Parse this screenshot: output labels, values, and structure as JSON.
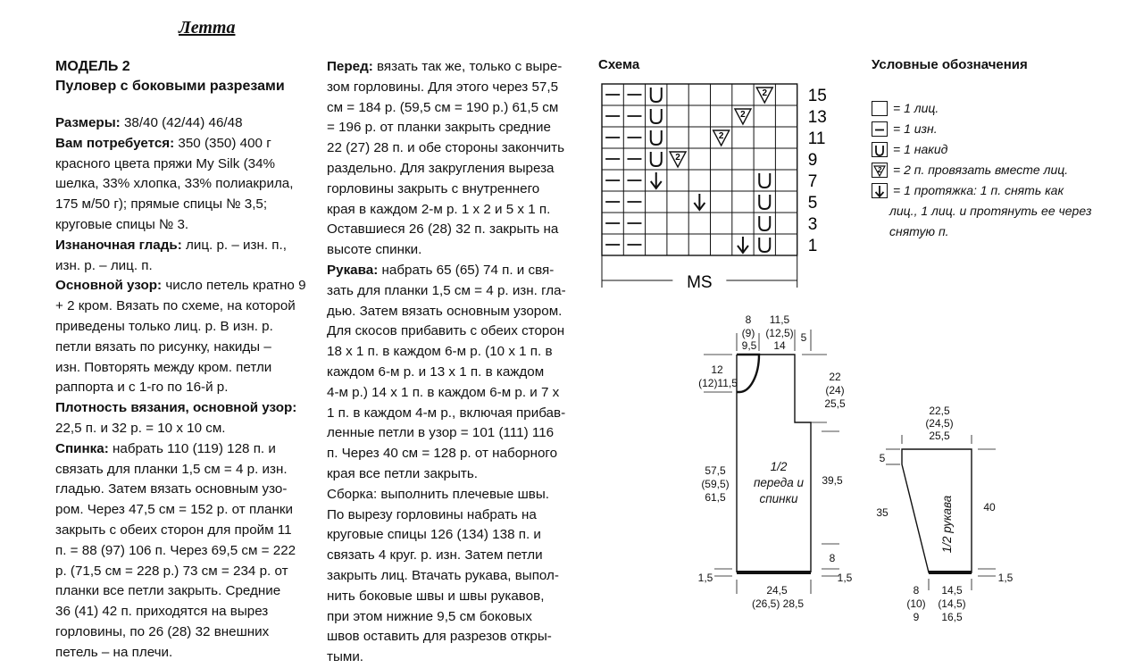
{
  "header": {
    "brand": "Летта"
  },
  "left_column": {
    "model": "МОДЕЛЬ 2",
    "subtitle": "Пуловер с боковыми разрезами",
    "lines": [
      {
        "b": "Размеры:",
        "t": " 38/40 (42/44) 46/48"
      },
      {
        "b": "Вам потребуется:",
        "t": " 350 (350) 400 г"
      },
      {
        "t": "красного цвета пряжи My Silk (34%"
      },
      {
        "t": "шелка, 33% хлопка, 33% полиакрила,"
      },
      {
        "t": "175 м/50 г); прямые спицы № 3,5;"
      },
      {
        "t": "круговые спицы № 3."
      },
      {
        "b": "Изнаночная гладь:",
        "t": " лиц. р. – изн. п.,"
      },
      {
        "t": "изн. р. – лиц. п."
      },
      {
        "b": "Основной узор:",
        "t": " число петель кратно 9"
      },
      {
        "t": "+ 2 кром. Вязать по схеме, на которой"
      },
      {
        "t": "приведены только лиц. р. В изн. р."
      },
      {
        "t": "петли вязать по рисунку, накиды –"
      },
      {
        "t": "изн. Повторять между кром. петли"
      },
      {
        "t": "раппорта и с 1-го по 16-й р."
      },
      {
        "b": "Плотность вязания, основной узор:",
        "t": ""
      },
      {
        "t": "22,5 п. и 32 р. = 10 х 10 см."
      },
      {
        "b": "Спинка:",
        "t": " набрать 110 (119) 128 п. и"
      },
      {
        "t": "связать для планки 1,5 см = 4 р. изн."
      },
      {
        "t": "гладью. Затем вязать основным узо-"
      },
      {
        "t": "ром. Через 47,5 см = 152 р. от планки"
      },
      {
        "t": "закрыть с обеих сторон для пройм 11"
      },
      {
        "t": "п. = 88 (97) 106 п. Через 69,5 см = 222"
      },
      {
        "t": "р. (71,5 см = 228 р.) 73 см = 234 р. от"
      },
      {
        "t": "планки все петли закрыть. Средние"
      },
      {
        "t": "36 (41) 42 п. приходятся на вырез"
      },
      {
        "t": "горловины, по 26 (28) 32 внешних"
      },
      {
        "t": "петель – на плечи."
      }
    ]
  },
  "middle_column": {
    "lines": [
      {
        "b": "Перед:",
        "t": " вязать так же, только с выре-"
      },
      {
        "t": "зом горловины. Для этого через 57,5"
      },
      {
        "t": "см = 184 р. (59,5 см = 190 р.) 61,5 см"
      },
      {
        "t": "= 196 р. от планки закрыть средние"
      },
      {
        "t": "22 (27) 28 п. и обе стороны закончить"
      },
      {
        "t": "раздельно. Для закругления выреза"
      },
      {
        "t": "горловины закрыть с внутреннего"
      },
      {
        "t": "края в каждом 2-м р. 1 х 2 и 5 х 1 п."
      },
      {
        "t": "Оставшиеся 26 (28) 32 п. закрыть на"
      },
      {
        "t": "высоте спинки."
      },
      {
        "b": "Рукава:",
        "t": " набрать 65 (65) 74 п. и свя-"
      },
      {
        "t": "зать для планки 1,5 см = 4 р. изн. гла-"
      },
      {
        "t": "дью. Затем вязать основным узором."
      },
      {
        "t": "Для скосов прибавить с обеих сторон"
      },
      {
        "t": "18 х 1 п. в каждом 6-м р. (10 х 1 п. в"
      },
      {
        "t": "каждом 6-м р. и 13 х 1 п. в каждом"
      },
      {
        "t": "4-м р.) 14 х 1 п. в каждом 6-м р. и 7 х"
      },
      {
        "t": "1 п. в каждом 4-м р., включая прибав-"
      },
      {
        "t": "ленные петли в узор = 101 (111) 116"
      },
      {
        "t": "п. Через 40 см = 128 р. от наборного"
      },
      {
        "t": "края все петли закрыть."
      },
      {
        "t": "Сборка: выполнить плечевые швы."
      },
      {
        "t": "По вырезу горловины набрать на"
      },
      {
        "t": "круговые спицы 126 (134) 138 п. и"
      },
      {
        "t": "связать 4 круг. р. изн. Затем петли"
      },
      {
        "t": "закрыть лиц. Втачать рукава, выпол-"
      },
      {
        "t": "нить боковые швы и швы рукавов,"
      },
      {
        "t": "при этом нижние 9,5 см боковых"
      },
      {
        "t": "швов оставить для разрезов откры-"
      },
      {
        "t": "тыми."
      }
    ]
  },
  "scheme": {
    "title": "Схема",
    "row_labels": [
      "15",
      "13",
      "11",
      "9",
      "7",
      "5",
      "3",
      "1"
    ],
    "rapport_label": "MS",
    "grid": [
      [
        "-",
        "-",
        "U",
        "",
        "",
        "",
        "",
        "2",
        ""
      ],
      [
        "-",
        "-",
        "U",
        "",
        "",
        "",
        "2",
        "",
        ""
      ],
      [
        "-",
        "-",
        "U",
        "",
        "",
        "2",
        "",
        "",
        ""
      ],
      [
        "-",
        "-",
        "U",
        "2",
        "",
        "",
        "",
        "",
        ""
      ],
      [
        "-",
        "-",
        "A",
        "",
        "",
        "",
        "",
        "U",
        ""
      ],
      [
        "-",
        "-",
        "",
        "",
        "A",
        "",
        "",
        "U",
        ""
      ],
      [
        "-",
        "-",
        "",
        "",
        "",
        "",
        "",
        "U",
        ""
      ],
      [
        "-",
        "-",
        "",
        "",
        "",
        "",
        "A",
        "U",
        ""
      ]
    ]
  },
  "legend": {
    "title": "Условные обозначения",
    "items": [
      {
        "icon": "empty-box",
        "text": "= 1 лиц."
      },
      {
        "icon": "dash-box",
        "text": "= 1 изн."
      },
      {
        "icon": "u-box",
        "text": "= 1 накид"
      },
      {
        "icon": "decrease-box",
        "text": "= 2 п. провязать вместе лиц."
      },
      {
        "icon": "arrow-box",
        "text": "= 1 протяжка: 1 п. снять как",
        "cont": [
          "лиц., 1 лиц. и протянуть ее через",
          "снятую п."
        ]
      }
    ]
  },
  "pattern_body": {
    "label_lines": [
      "1/2",
      "переда и",
      "спинки"
    ],
    "dims": {
      "top_shoulder": [
        "8",
        "(9)",
        "9,5"
      ],
      "top_neck": [
        "11,5",
        "(12,5)",
        "14"
      ],
      "top_back": "5",
      "neck_depth": [
        "12",
        "(12)11,5"
      ],
      "armhole": [
        "22",
        "(24)",
        "25,5"
      ],
      "total_length": [
        "57,5",
        "(59,5)",
        "61,5"
      ],
      "side": "39,5",
      "slit": "8",
      "hem_left": "1,5",
      "hem_right": "1,5",
      "bottom": [
        "24,5",
        "(26,5) 28,5"
      ]
    }
  },
  "pattern_sleeve": {
    "label": "1/2 рукава",
    "dims": {
      "top": [
        "22,5",
        "(24,5)",
        "25,5"
      ],
      "cap": "5",
      "left_len": "35",
      "right_len": "40",
      "hem": "1,5",
      "bottom_left": [
        "8",
        "(10)",
        "9"
      ],
      "bottom_right": [
        "14,5",
        "(14,5)",
        "16,5"
      ]
    }
  }
}
